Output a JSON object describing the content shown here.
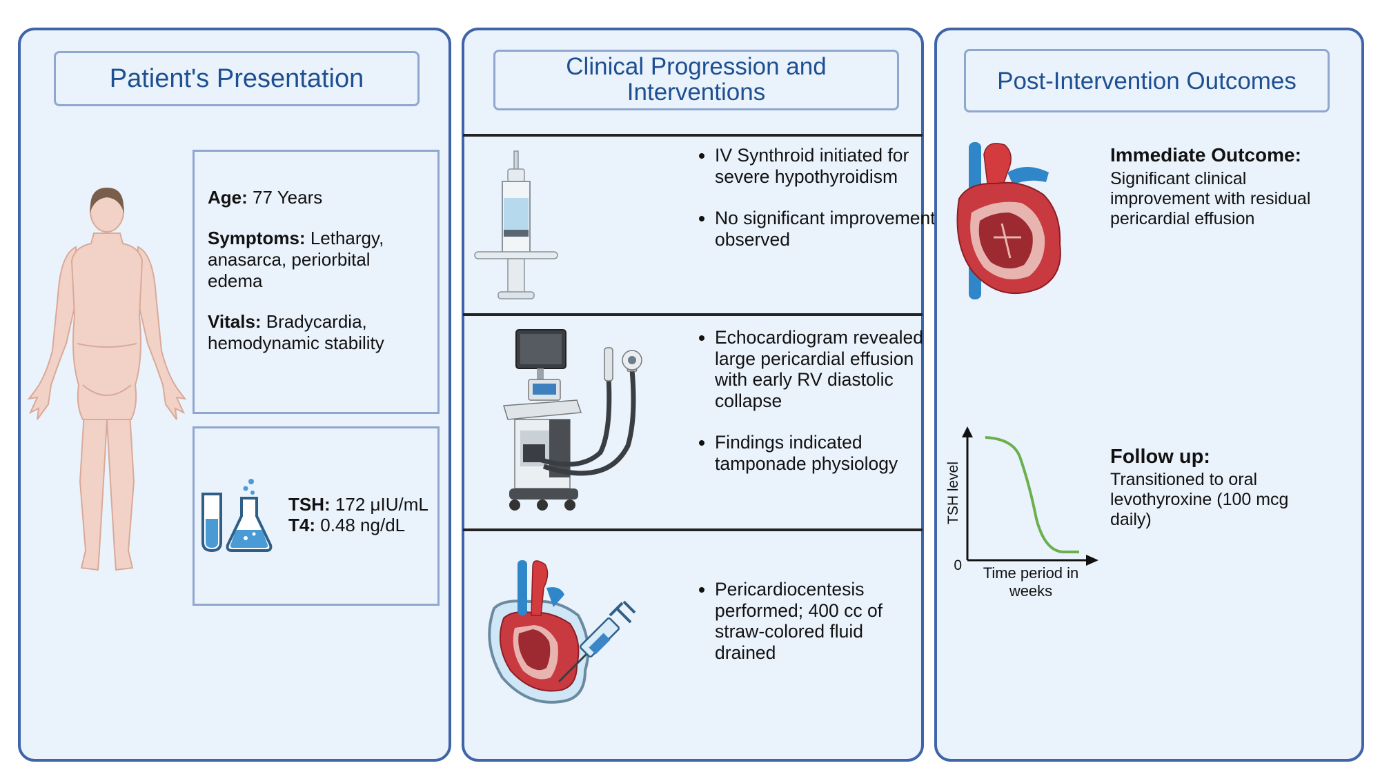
{
  "panels": {
    "presentation": {
      "title": "Patient's Presentation",
      "age_label": "Age:",
      "age_value": "77 Years",
      "symptoms_label": "Symptoms:",
      "symptoms_value": "Lethargy, anasarca, periorbital edema",
      "vitals_label": "Vitals:",
      "vitals_value": "Bradycardia, hemodynamic stability",
      "tsh_label": "TSH:",
      "tsh_value": "172  μIU/mL",
      "t4_label": "T4:",
      "t4_value": "0.48 ng/dL"
    },
    "progression": {
      "title": "Clinical Progression and Interventions",
      "steps": [
        {
          "bullets": [
            "IV Synthroid initiated for severe hypothyroidism",
            "No significant improvement observed"
          ]
        },
        {
          "bullets": [
            "Echocardiogram revealed large pericardial effusion with early RV diastolic collapse",
            "Findings indicated tamponade physiology"
          ]
        },
        {
          "bullets": [
            "Pericardiocentesis performed; 400 cc of straw-colored fluid drained"
          ]
        }
      ]
    },
    "outcomes": {
      "title": "Post-Intervention Outcomes",
      "immediate_label": "Immediate Outcome:",
      "immediate_text": "Significant clinical improvement with residual pericardial effusion",
      "followup_label": "Follow up:",
      "followup_text": "Transitioned to oral levothyroxine (100 mcg daily)",
      "graph": {
        "y_label": "TSH level",
        "x_label": "Time period in weeks",
        "origin_label": "0"
      }
    }
  },
  "colors": {
    "panel_border": "#3f64a8",
    "panel_fill": "#eaf2fb",
    "title_text": "#1d4f91",
    "curve": "#6ab04c"
  },
  "icons": [
    "human-body-icon",
    "test-tube-icon",
    "flask-icon",
    "syringe-icon",
    "ultrasound-machine-icon",
    "pericardiocentesis-heart-icon",
    "heart-anatomy-icon"
  ]
}
